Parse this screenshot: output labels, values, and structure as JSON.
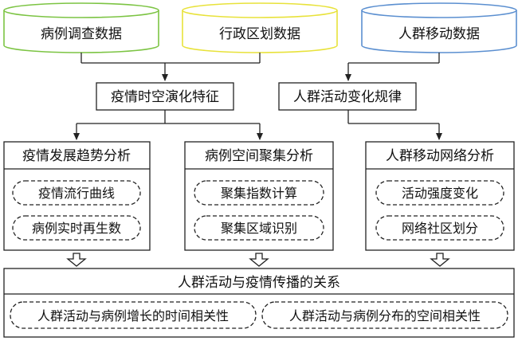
{
  "sources": {
    "case": {
      "label": "病例调查数据",
      "color": "#7cc443"
    },
    "admin": {
      "label": "行政区划数据",
      "color": "#e8e23a"
    },
    "mobility": {
      "label": "人群移动数据",
      "color": "#5b8fd0"
    }
  },
  "intermediate": {
    "spatiotemporal": "疫情时空演化特征",
    "activity": "人群活动变化规律"
  },
  "analysis": {
    "trend": {
      "title": "疫情发展趋势分析",
      "items": [
        "疫情流行曲线",
        "病例实时再生数"
      ]
    },
    "cluster": {
      "title": "病例空间聚集分析",
      "items": [
        "聚集指数计算",
        "聚集区域识别"
      ]
    },
    "network": {
      "title": "人群移动网络分析",
      "items": [
        "活动强度变化",
        "网络社区划分"
      ]
    }
  },
  "relation": {
    "title": "人群活动与疫情传播的关系",
    "items": [
      "人群活动与病例增长的时间相关性",
      "人群活动与病例分布的空间相关性"
    ]
  }
}
